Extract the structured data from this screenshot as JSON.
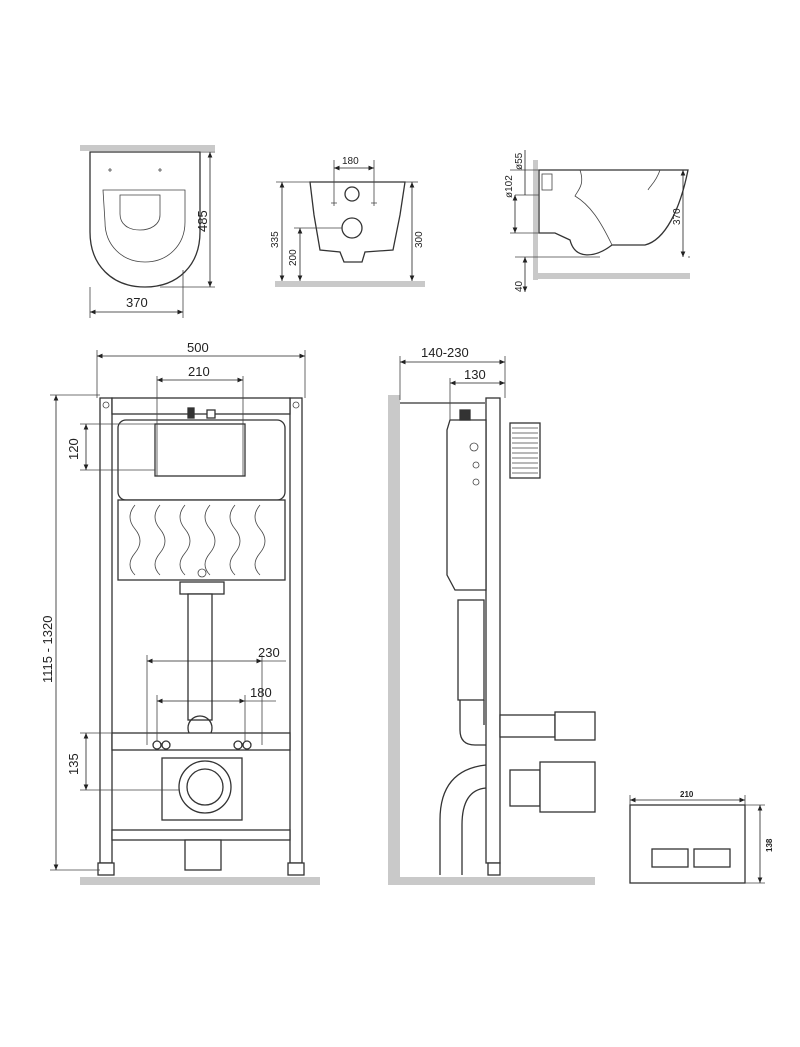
{
  "top_view": {
    "depth": "485",
    "width": "370"
  },
  "front_bowl": {
    "bolt_spacing": "180",
    "height_outlet_top": "335",
    "height_outlet": "200",
    "height_bowl": "300"
  },
  "side_bowl": {
    "inlet_diameter": "ø55",
    "outlet_diameter": "ø102",
    "bowl_height": "370",
    "floor_gap": "40"
  },
  "frame_front": {
    "width": "500",
    "plate_width": "210",
    "plate_height": "120",
    "frame_height": "1115 - 1320",
    "bolt_spacing_outer": "230",
    "bolt_spacing_inner": "180",
    "outlet_height": "135"
  },
  "frame_side": {
    "depth_range": "140-230",
    "depth": "130"
  },
  "flush_plate": {
    "width": "210",
    "height": "138"
  }
}
